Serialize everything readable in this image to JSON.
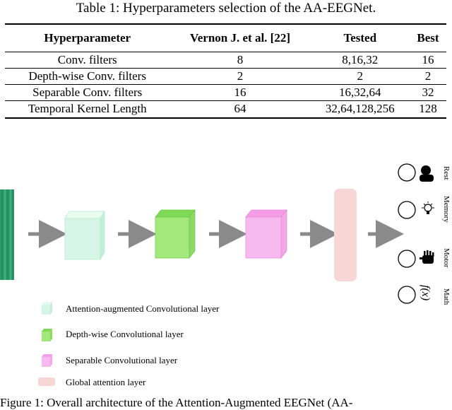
{
  "table": {
    "caption": "Table 1: Hyperparameters selection of the AA-EEGNet.",
    "headers": [
      "Hyperparameter",
      "Vernon J. et al. [22]",
      "Tested",
      "Best"
    ],
    "rows": [
      [
        "Conv. filters",
        "8",
        "8,16,32",
        "16"
      ],
      [
        "Depth-wise Conv. filters",
        "2",
        "2",
        "2"
      ],
      [
        "Separable Conv. filters",
        "16",
        "16,32,64",
        "32"
      ],
      [
        "Temporal Kernel Length",
        "64",
        "32,64,128,256",
        "128"
      ]
    ]
  },
  "figure": {
    "legend": [
      {
        "label": "Attention-augmented Convolutional layer",
        "color": "#d5f5e6"
      },
      {
        "label": "Depth-wise Convolutional layer",
        "color": "#a3e87a"
      },
      {
        "label": "Separable Convolutional layer",
        "color": "#f8b8f0"
      },
      {
        "label": "Global attention layer",
        "color": "#f6d7d6"
      }
    ],
    "outputs": [
      {
        "label": "Rest",
        "icon": "person-icon"
      },
      {
        "label": "Memory",
        "icon": "lightbulb-icon"
      },
      {
        "label": "Motor",
        "icon": "hand-icon"
      },
      {
        "label": "Math",
        "icon": "function-icon",
        "symbol": "f(x)"
      }
    ],
    "caption": "Figure 1: Overall architecture of the Attention-Augmented EEGNet (AA-"
  },
  "colors": {
    "eeg": "#2e9e6c",
    "arrow": "#8a8a8a",
    "attention_box": "#d5f5e6",
    "depthwise_box": "#a3e87a",
    "separable_box": "#f8b8f0",
    "global_box": "#f6d7d6"
  }
}
